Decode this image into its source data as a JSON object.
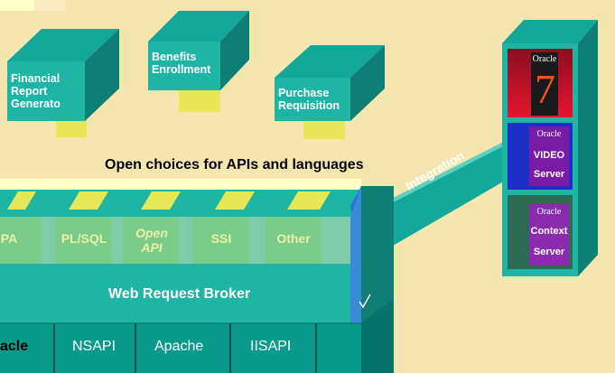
{
  "apps": {
    "financial": [
      "Financial",
      "Report",
      "Generato"
    ],
    "benefits": [
      "Benefits",
      "Enrollment"
    ],
    "purchase": [
      "Purchase",
      "Requisition"
    ]
  },
  "heading": "Open choices for APIs and languages",
  "api_slots": [
    "PA",
    "PL/SQL",
    "Open API",
    "SSI",
    "Other"
  ],
  "broker_label": "Web Request Broker",
  "server_interfaces": [
    "acle",
    "NSAPI",
    "Apache",
    "IISAPI"
  ],
  "integration_label": "Integration",
  "oracle_stack": {
    "db": {
      "brand": "Oracle",
      "version": "7"
    },
    "video": {
      "brand": "Oracle",
      "line1": "VIDEO",
      "line2": "Server"
    },
    "context": {
      "brand": "Oracle",
      "line1": "Context",
      "line2": "Server"
    }
  },
  "colors": {
    "background": "#F5E6B0",
    "teal": "#1FB5A5",
    "teal_dark": "#0E7F74",
    "yellow": "#E6E858"
  }
}
